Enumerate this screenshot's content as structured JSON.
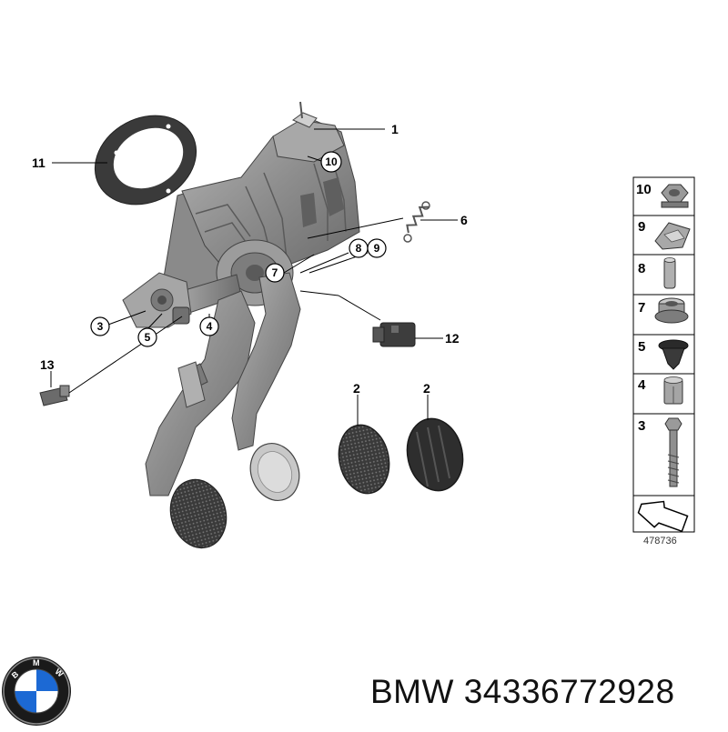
{
  "callouts": {
    "c1": "1",
    "c2a": "2",
    "c2b": "2",
    "c3": "3",
    "c4": "4",
    "c5": "5",
    "c6": "6",
    "c7": "7",
    "c8": "8",
    "c9": "9",
    "c10": "10",
    "c11": "11",
    "c12": "12",
    "c13": "13"
  },
  "legend": {
    "items": [
      "10",
      "9",
      "8",
      "7",
      "5",
      "4",
      "3"
    ],
    "diagram_number": "478736"
  },
  "footer": {
    "brand": "BMW",
    "part_number": "34336772928",
    "logo_letters": "BMW"
  },
  "colors": {
    "part_gray": "#8e8e8e",
    "part_dark": "#4a4a4a",
    "pad_dark": "#2f2f2f",
    "bmw_blue": "#1c69d4",
    "line": "#000000"
  }
}
